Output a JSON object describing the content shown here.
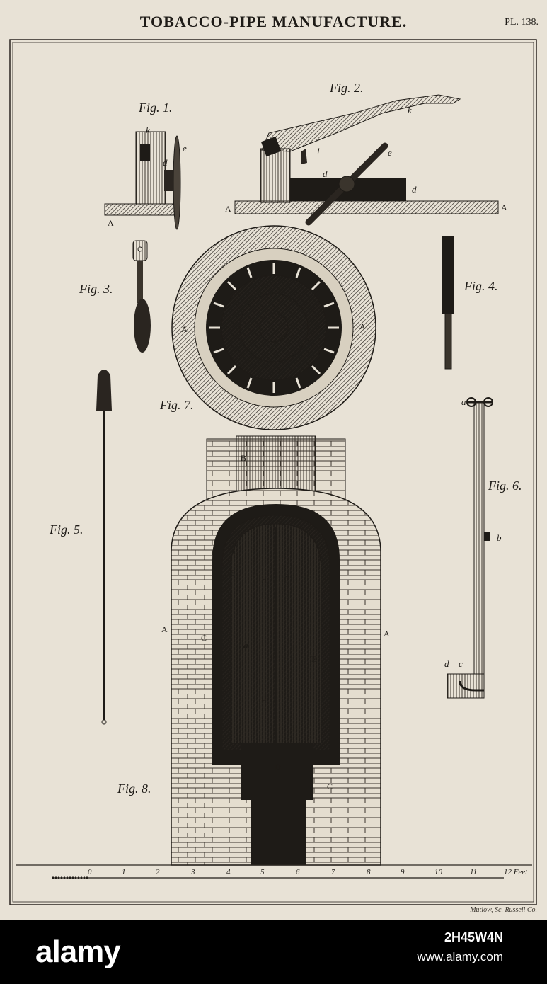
{
  "plate": {
    "title": "TOBACCO-PIPE MANUFACTURE.",
    "plate_number": "PL. 138.",
    "engraver_credit": "Mutlow, Sc. Russell Co."
  },
  "figures": {
    "fig1": "Fig. 1.",
    "fig2": "Fig. 2.",
    "fig3": "Fig. 3.",
    "fig4": "Fig. 4.",
    "fig5": "Fig. 5.",
    "fig6": "Fig. 6.",
    "fig7": "Fig. 7.",
    "fig8": "Fig. 8."
  },
  "letters": {
    "k": "k",
    "e": "e",
    "d": "d",
    "A": "A",
    "l": "l",
    "a": "a",
    "b": "b",
    "c": "c",
    "B": "B",
    "C": "C",
    "D": "D",
    "E": "E"
  },
  "scale": {
    "ticks": [
      "0",
      "1",
      "2",
      "3",
      "4",
      "5",
      "6",
      "7",
      "8",
      "9",
      "10",
      "11",
      "12 Feet"
    ]
  },
  "watermark": {
    "brand": "alamy",
    "image_id": "2H45W4N",
    "site": "www.alamy.com"
  },
  "colors": {
    "paper": "#e8e2d6",
    "ink": "#1e1b17",
    "footer": "#000000"
  }
}
